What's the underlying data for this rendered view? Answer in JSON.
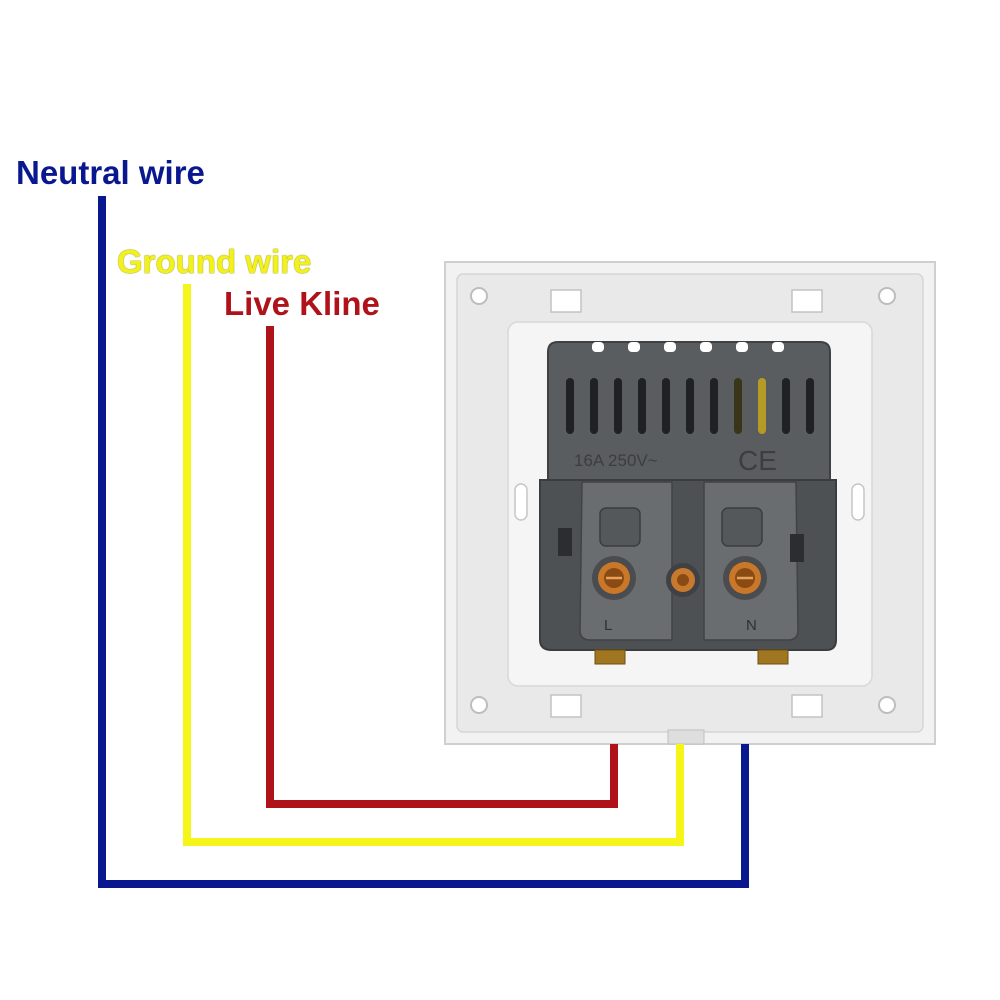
{
  "labels": {
    "neutral": "Neutral wire",
    "ground": "Ground wire",
    "live": "Live Kline"
  },
  "socket": {
    "rating": "16A 250V~",
    "ce_mark": "CE",
    "terminal_l": "L",
    "terminal_n": "N"
  },
  "colors": {
    "neutral": "#0a1890",
    "ground": "#f5f51a",
    "live": "#b0121a",
    "plate": "#f1f1f1",
    "module": "#55585b"
  }
}
